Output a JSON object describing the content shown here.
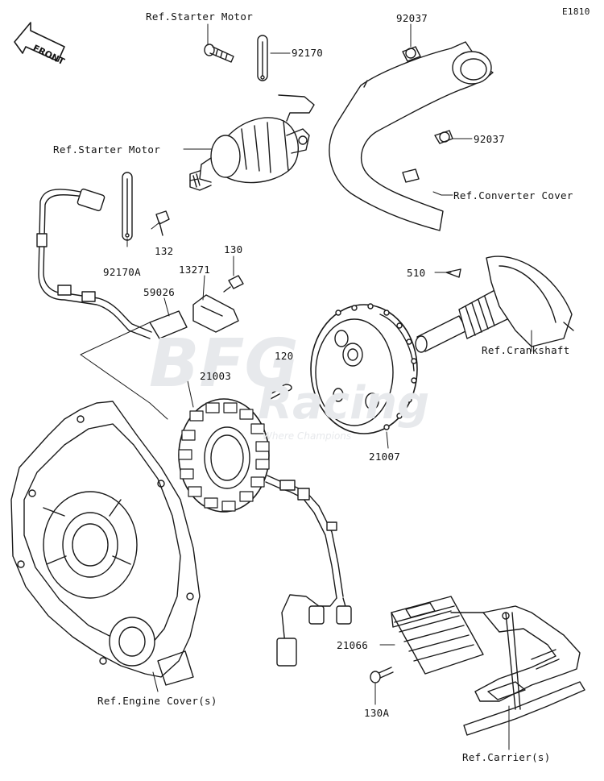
{
  "diagram_code": "E1810",
  "front_marker": "FRONT",
  "watermark": {
    "brand": "BFG",
    "sub": "Racing",
    "tagline": "Where Champions"
  },
  "labels": {
    "ref_starter_motor_top": "Ref.Starter Motor",
    "ref_starter_motor_mid": "Ref.Starter Motor",
    "ref_converter_cover": "Ref.Converter Cover",
    "ref_crankshaft": "Ref.Crankshaft",
    "ref_engine_cover": "Ref.Engine Cover(s)",
    "ref_carrier": "Ref.Carrier(s)"
  },
  "part_numbers": {
    "p92037_top": "92037",
    "p92037_mid": "92037",
    "p92170": "92170",
    "p92170A": "92170A",
    "p132": "132",
    "p130": "130",
    "p13271": "13271",
    "p59026": "59026",
    "p510": "510",
    "p120": "120",
    "p21003": "21003",
    "p21007": "21007",
    "p21066": "21066",
    "p130A": "130A"
  }
}
